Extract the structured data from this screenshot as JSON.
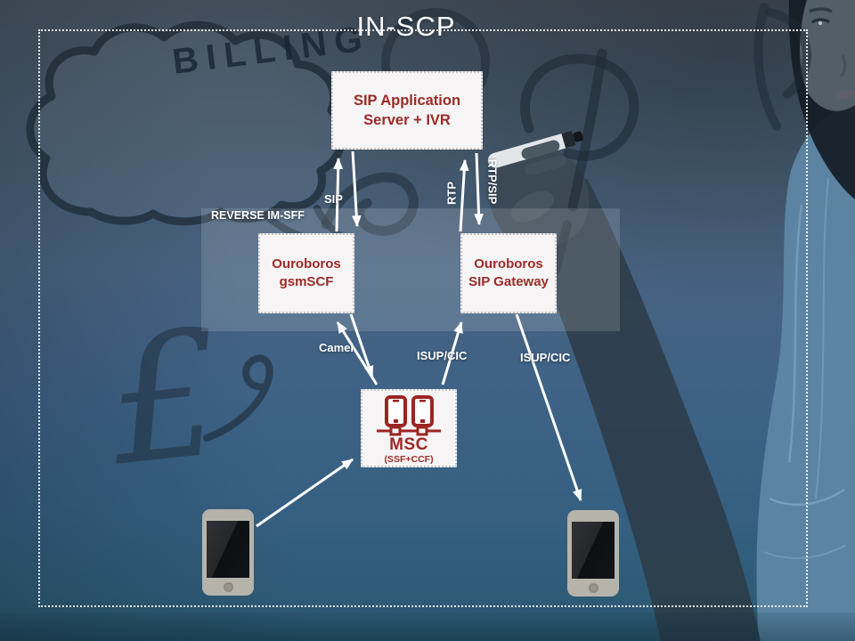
{
  "theme": {
    "accent_red": "#9c2a27",
    "node_bg": "#f7f4f5",
    "node_border": "#c9c7c7",
    "arrow_color": "#ffffff",
    "label_color": "#ffffff",
    "frame_color": "#ffffff"
  },
  "slide": {
    "title": "IN-SCP"
  },
  "background": {
    "cloud_text": "BILLING",
    "currency_symbol": "£"
  },
  "nodes": {
    "sip_as": {
      "line1": "SIP Application",
      "line2": "Server + IVR"
    },
    "gsm_scf": {
      "line1": "Ouroboros",
      "line2": "gsmSCF"
    },
    "sip_gw": {
      "line1": "Ouroboros",
      "line2": "SIP Gateway"
    },
    "msc": {
      "title": "MSC",
      "subtitle": "(SSF+CCF)"
    }
  },
  "edge_labels": {
    "sip": "SIP",
    "rtp": "RTP",
    "rtp_sip": "RTP/SIP",
    "reverse_im_sff": "REVERSE IM-SFF",
    "camel": "Camel",
    "isup_cic_left": "ISUP/CIC",
    "isup_cic_right": "ISUP/CIC"
  }
}
